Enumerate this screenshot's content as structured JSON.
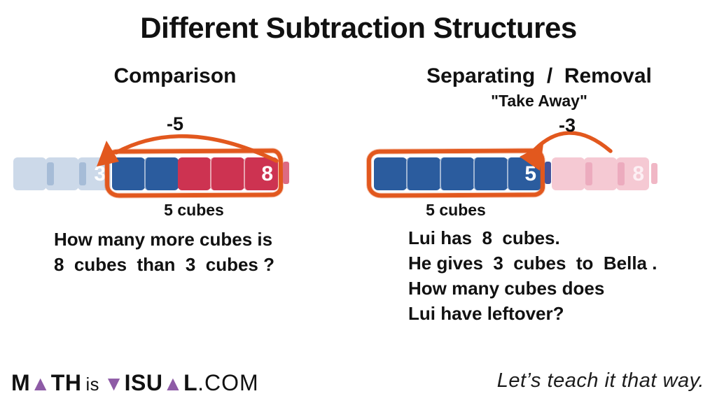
{
  "title": "Different Subtraction Structures",
  "left": {
    "heading": "Comparison",
    "arrow_label": "-5",
    "caption": "5 cubes",
    "question": "How many more cubes is\n8  cubes  than  3  cubes ?"
  },
  "right": {
    "heading": "Separating  /  Removal",
    "subheading": "\"Take Away\"",
    "arrow_label": "-3",
    "caption": "5 cubes",
    "question": "Lui has  8  cubes.\nHe gives  3  cubes  to  Bella .\nHow many cubes does\nLui have leftover?"
  },
  "cubes": {
    "left_faded": {
      "items": [
        {
          "c": "lb"
        },
        {
          "c": "lb",
          "tab": 1
        },
        {
          "c": "lb",
          "tab": 1,
          "n": "3"
        }
      ]
    },
    "left_group": {
      "items": [
        {
          "c": "db"
        },
        {
          "c": "db",
          "sep": 1
        },
        {
          "c": "rd"
        },
        {
          "c": "rd",
          "sep": 1
        },
        {
          "c": "rd",
          "sep": 1,
          "n": "8"
        }
      ]
    },
    "right_group": {
      "items": [
        {
          "c": "db"
        },
        {
          "c": "db",
          "sep": 1
        },
        {
          "c": "db",
          "sep": 1
        },
        {
          "c": "db",
          "sep": 1
        },
        {
          "c": "db",
          "sep": 1,
          "n": "5"
        }
      ]
    },
    "right_faded": {
      "items": [
        {
          "c": "pk"
        },
        {
          "c": "pk",
          "tab": 1
        },
        {
          "c": "pk",
          "tab": 1,
          "n": "8",
          "nc": "pkn"
        }
      ]
    }
  },
  "colors": {
    "dark_blue": "#2b5c9e",
    "red": "#cd3351",
    "light_blue": "#ccd9e9",
    "pink": "#f5c9d3",
    "orange": "#e2581e",
    "purple": "#8e5ba6"
  },
  "footer": {
    "logo": {
      "m": "M",
      "tri1": "▲",
      "th": "TH",
      "is": "is",
      "tri2": "▼",
      "isu": "ISU",
      "tri3": "▲",
      "l": "L",
      "com": ".COM"
    },
    "tagline": "Let’s teach it that way."
  }
}
